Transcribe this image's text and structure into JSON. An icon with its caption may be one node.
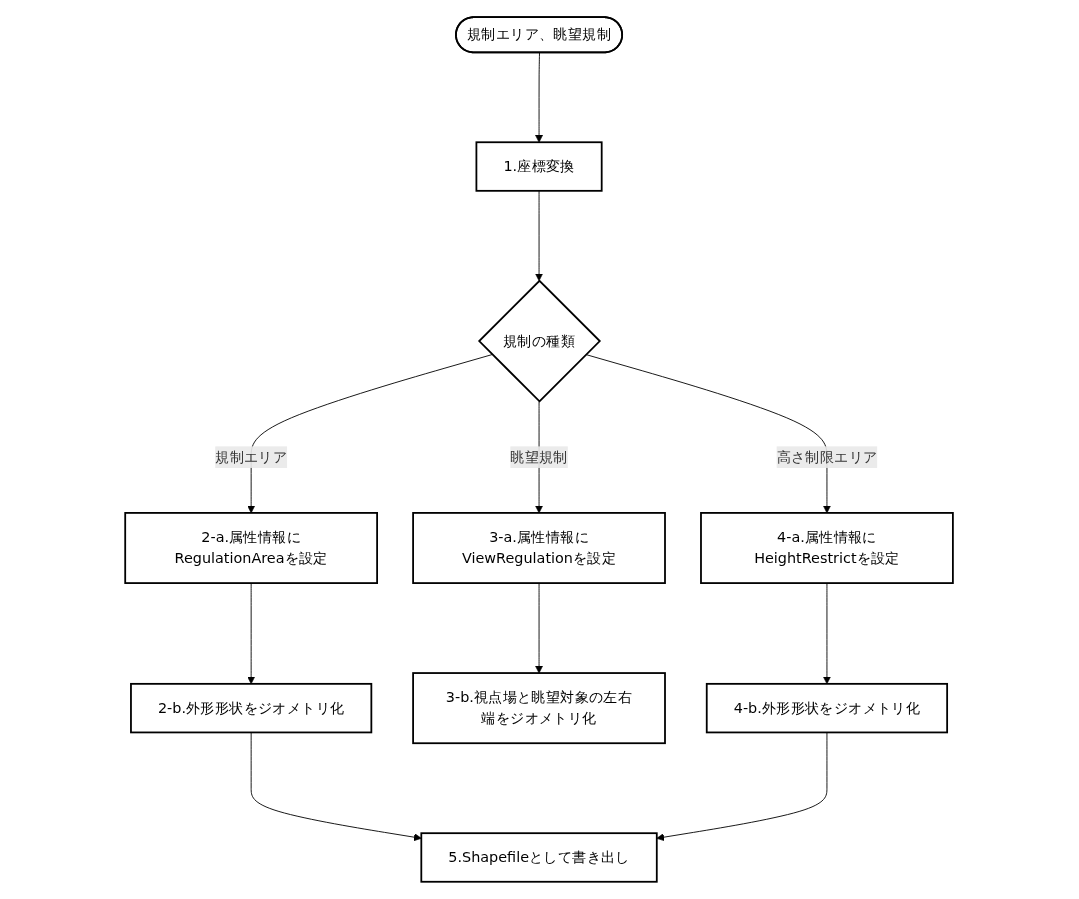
{
  "diagram": {
    "nodes": [
      {
        "text": [
          "規制エリア、眺望規制"
        ]
      },
      {
        "text": [
          "1.座標変換"
        ]
      },
      {
        "text": [
          "規制の種類"
        ]
      },
      {
        "text": [
          "2-a.属性情報にRegulationAreaを設定"
        ]
      },
      {
        "text": [
          "3-a.属性情報にViewRegulationを設定"
        ]
      },
      {
        "text": [
          "4-a.属性情報にHeightRestrictを設定"
        ]
      },
      {
        "text": [
          "2-b.外形形状をジオメトリ化"
        ]
      },
      {
        "text": [
          "3-b.視点場と眺望対象の左右端をジオメトリ化"
        ]
      },
      {
        "text": [
          "4-b.外形形状をジオメトリ化"
        ]
      },
      {
        "text": [
          "5.Shapefileとして書き出し"
        ]
      }
    ],
    "edges": [
      {
        "from": 0,
        "to": 1,
        "arrow": "to"
      },
      {
        "from": 1,
        "to": 2,
        "arrow": "to"
      },
      {
        "from": 2,
        "to": 3,
        "arrow": "to",
        "label": "規制エリア"
      },
      {
        "from": 2,
        "to": 4,
        "arrow": "to",
        "label": "眺望規制"
      },
      {
        "from": 2,
        "to": 5,
        "arrow": "to",
        "label": "高さ制限エリア"
      },
      {
        "from": 3,
        "to": 6,
        "arrow": "to"
      },
      {
        "from": 4,
        "to": 7,
        "arrow": "to"
      },
      {
        "from": 5,
        "to": 8,
        "arrow": "to"
      },
      {
        "from": 6,
        "to": 9,
        "arrow": "to"
      },
      {
        "from": 8,
        "to": 9,
        "arrow": "to"
      }
    ]
  }
}
